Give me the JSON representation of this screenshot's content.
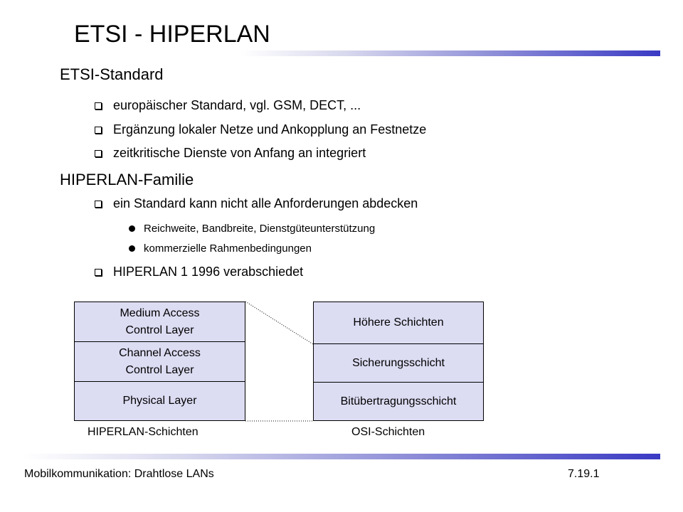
{
  "title": "ETSI - HIPERLAN",
  "sections": [
    {
      "heading": "ETSI-Standard",
      "bullets": [
        "europäischer Standard, vgl. GSM, DECT, ...",
        "Ergänzung lokaler Netze und Ankopplung an Festnetze",
        "zeitkritische Dienste von Anfang an integriert"
      ]
    },
    {
      "heading": "HIPERLAN-Familie",
      "bullets": [
        "ein Standard kann nicht alle Anforderungen abdecken",
        "HIPERLAN 1 1996 verabschiedet"
      ],
      "sub_bullets": [
        "Reichweite, Bandbreite, Dienstgüteunterstützung",
        "kommerzielle Rahmenbedingungen"
      ]
    }
  ],
  "diagram": {
    "hiperlan_layers": [
      "Medium Access\nControl Layer",
      "Channel Access\nControl Layer",
      "Physical Layer"
    ],
    "osi_layers": [
      "Höhere Schichten",
      "Sicherungsschicht",
      "Bitübertragungsschicht"
    ],
    "hiperlan_caption": "HIPERLAN-Schichten",
    "osi_caption": "OSI-Schichten",
    "box_fill": "#dcdcf3"
  },
  "footer": {
    "left": "Mobilkommunikation: Drahtlose LANs",
    "right": "7.19.1"
  },
  "accent_color": "#3a3ac4"
}
